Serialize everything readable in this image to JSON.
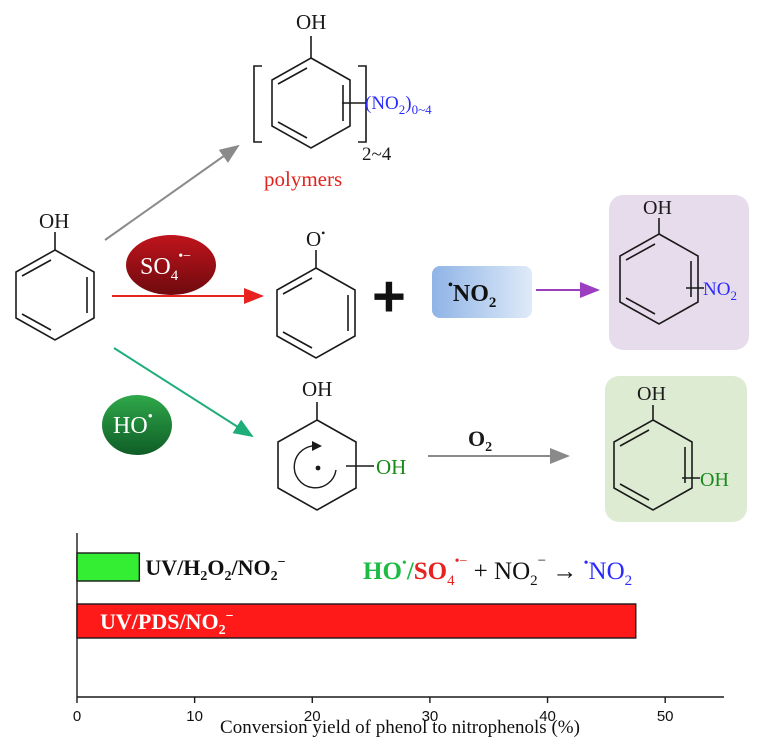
{
  "labels": {
    "oh": "OH",
    "o": "O",
    "o2": "O",
    "no2": "NO",
    "no2_sub": "2",
    "polymers": "polymers",
    "poly_sub": "2~4",
    "poly_group": "(NO",
    "poly_group_sub1": "2",
    "poly_group_close": ")",
    "poly_group_sub2": "0~4",
    "sulfate_radical": "SO",
    "sulfate_sub": "4",
    "sulfate_sup": "•−",
    "hydroxyl_radical": "HO",
    "hydroxyl_sup": "•",
    "nitro_radical": "NO",
    "nitro_radical_sub": "2",
    "radical_dot": "•",
    "plus": "+"
  },
  "equation": {
    "ho": "HO",
    "ho_dot": "•",
    "slash": "/",
    "so4": "SO",
    "so4_sub": "4",
    "so4_sup": "•−",
    "plus_no2": " + NO",
    "no2_sub": "2",
    "no2_sup": "−",
    "arrow": " → ",
    "dot": "•",
    "result": "NO",
    "result_sub": "2"
  },
  "chart_data": {
    "type": "bar",
    "orientation": "horizontal",
    "categories": [
      "UV/H2O2/NO2−",
      "UV/PDS/NO2−"
    ],
    "values": [
      5.3,
      47.5
    ],
    "xlabel": "Conversion yield of phenol to nitrophenols (%)",
    "xlim": [
      0,
      55
    ],
    "xticks": [
      0,
      10,
      20,
      30,
      40,
      50
    ],
    "colors": [
      "#33ee33",
      "#ff1a1a"
    ],
    "bar_labels": {
      "h2o2": {
        "uv": "UV/H",
        "s1": "2",
        "o": "O",
        "s2": "2",
        "no": "/NO",
        "s3": "2",
        "sup": "−"
      },
      "pds": {
        "text": "UV/PDS/NO",
        "s": "2",
        "sup": "−"
      }
    }
  }
}
